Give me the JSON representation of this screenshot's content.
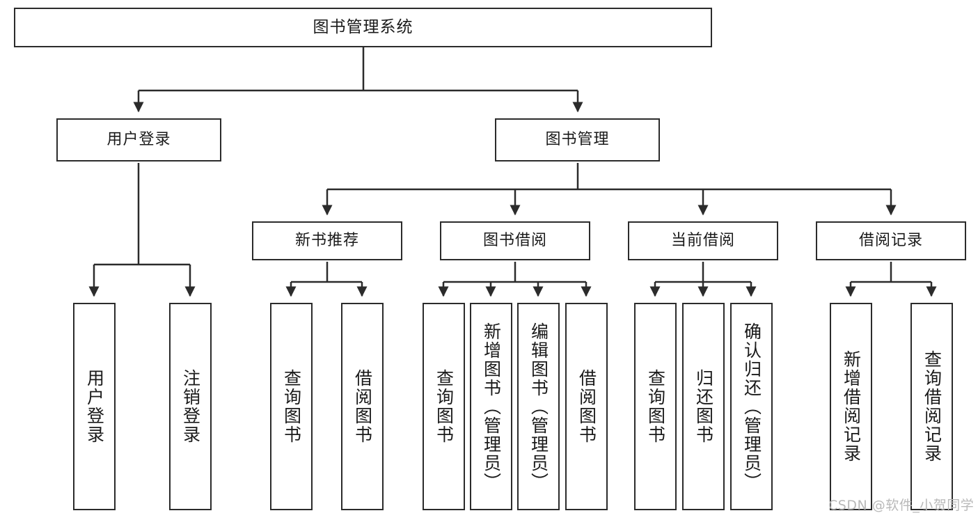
{
  "diagram": {
    "title": "图书管理系统",
    "type": "hierarchy-tree",
    "orientation": "top-down",
    "line_color": "#2b2b2b",
    "box_fill": "#ffffff",
    "text_color": "#1a1a1a"
  },
  "nodes": {
    "root": {
      "label": "图书管理系统"
    },
    "level2": [
      {
        "label": "用户登录"
      },
      {
        "label": "图书管理"
      }
    ],
    "level3": [
      {
        "label": "新书推荐"
      },
      {
        "label": "图书借阅"
      },
      {
        "label": "当前借阅"
      },
      {
        "label": "借阅记录"
      }
    ],
    "leaves": {
      "user_login": [
        {
          "label": "用户登录"
        },
        {
          "label": "注销登录"
        }
      ],
      "new_book_recommend": [
        {
          "label": "查询图书"
        },
        {
          "label": "借阅图书"
        }
      ],
      "book_borrow": [
        {
          "label": "查询图书"
        },
        {
          "label": "新增图书（管理员）"
        },
        {
          "label": "编辑图书（管理员）"
        },
        {
          "label": "借阅图书"
        }
      ],
      "current_borrow": [
        {
          "label": "查询图书"
        },
        {
          "label": "归还图书"
        },
        {
          "label": "确认归还（管理员）"
        }
      ],
      "borrow_record": [
        {
          "label": "新增借阅记录"
        },
        {
          "label": "查询借阅记录"
        }
      ]
    }
  },
  "watermark": {
    "text": "CSDN @软件_小贺同学"
  }
}
